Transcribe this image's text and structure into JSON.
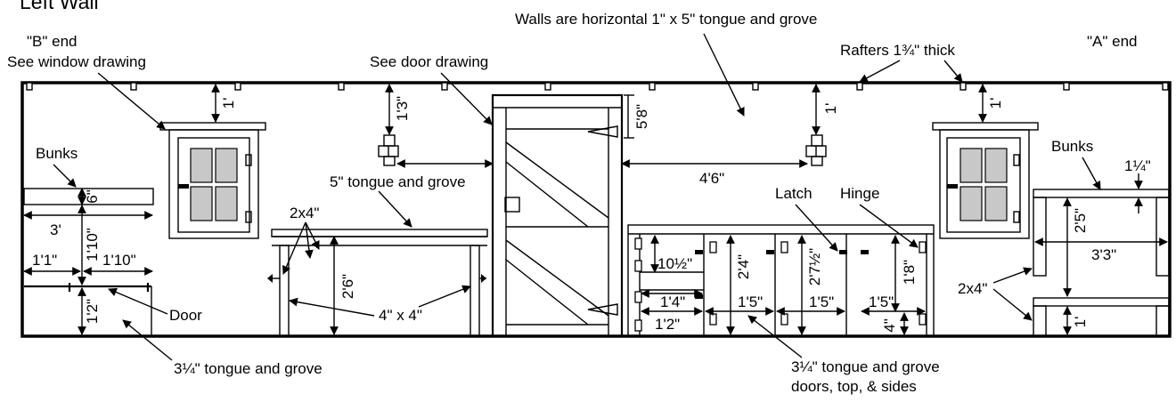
{
  "title": "Left Wall",
  "labels": {
    "walls_note": "Walls are horizontal 1\" x 5\" tongue and grove",
    "b_end": "\"B\" end",
    "a_end": "\"A\" end",
    "see_window": "See window drawing",
    "see_door": "See door drawing",
    "rafters": "Rafters 1¾\" thick",
    "bunks_left": "Bunks",
    "bunks_right": "Bunks",
    "tg_5": "5\" tongue and grove",
    "lumber_2x4_left": "2x4\"",
    "lumber_2x4_right": "2x4\"",
    "post_4x4": "4\" x 4\"",
    "door": "Door",
    "latch": "Latch",
    "hinge": "Hinge",
    "tg_314_left": "3¼\" tongue and grove",
    "tg_314_right_1": "3¼\" tongue and grove",
    "tg_314_right_2": "doors, top, & sides"
  },
  "dimensions": {
    "win_left_top": "1'",
    "lamp_left_top": "1'3\"",
    "door_top": "5'8\"",
    "lamp_right_top": "1'",
    "win_right_top": "1'",
    "lamp_spacing": "4'6\"",
    "bunk_thickness": "6\"",
    "bunk_depth": "3'",
    "bunk_height": "1'10\"",
    "bunk_left_off": "1'1\"",
    "bunk_right_off": "1'10\"",
    "lower_height": "1'2\"",
    "table_height": "2'6\"",
    "cab_d1": "10½\"",
    "cab_h1": "2'4\"",
    "cab_h2": "2'7½\"",
    "cab_d2": "1'8\"",
    "cab_w1": "1'4\"",
    "cab_w2": "1'2\"",
    "cab_w3": "1'5\"",
    "cab_w4": "1'5\"",
    "cab_w5": "1'5\"",
    "cab_off": "4\"",
    "rbunk_thick": "1¼\"",
    "rbunk_height": "2'5\"",
    "rbunk_depth": "3'3\"",
    "rbunk_lower": "1'"
  }
}
